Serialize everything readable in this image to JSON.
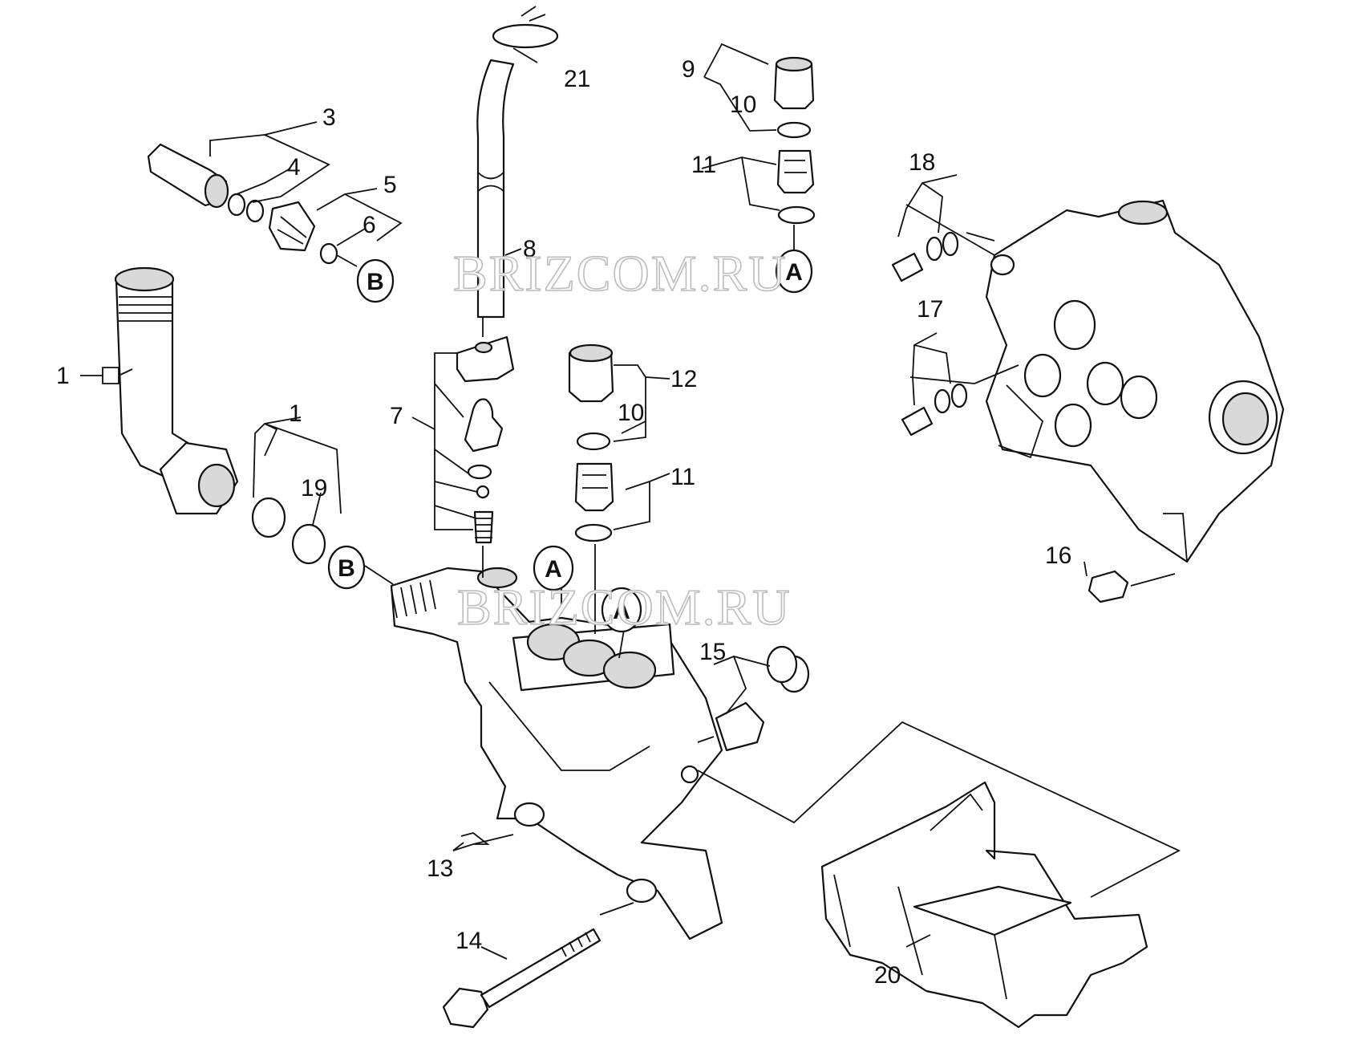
{
  "watermark": "BRIZCOM.RU",
  "callouts": {
    "n1a": "1",
    "n1b": "1",
    "n3": "3",
    "n4": "4",
    "n5": "5",
    "n6": "6",
    "n7": "7",
    "n8": "8",
    "n9": "9",
    "n10a": "10",
    "n10b": "10",
    "n11a": "11",
    "n11b": "11",
    "n12": "12",
    "n13": "13",
    "n14": "14",
    "n15": "15",
    "n16": "16",
    "n17": "17",
    "n18": "18",
    "n19": "19",
    "n20": "20",
    "n21": "21"
  },
  "connectors": {
    "a1": "A",
    "a2": "A",
    "a3": "A",
    "b1": "B",
    "b2": "B"
  }
}
